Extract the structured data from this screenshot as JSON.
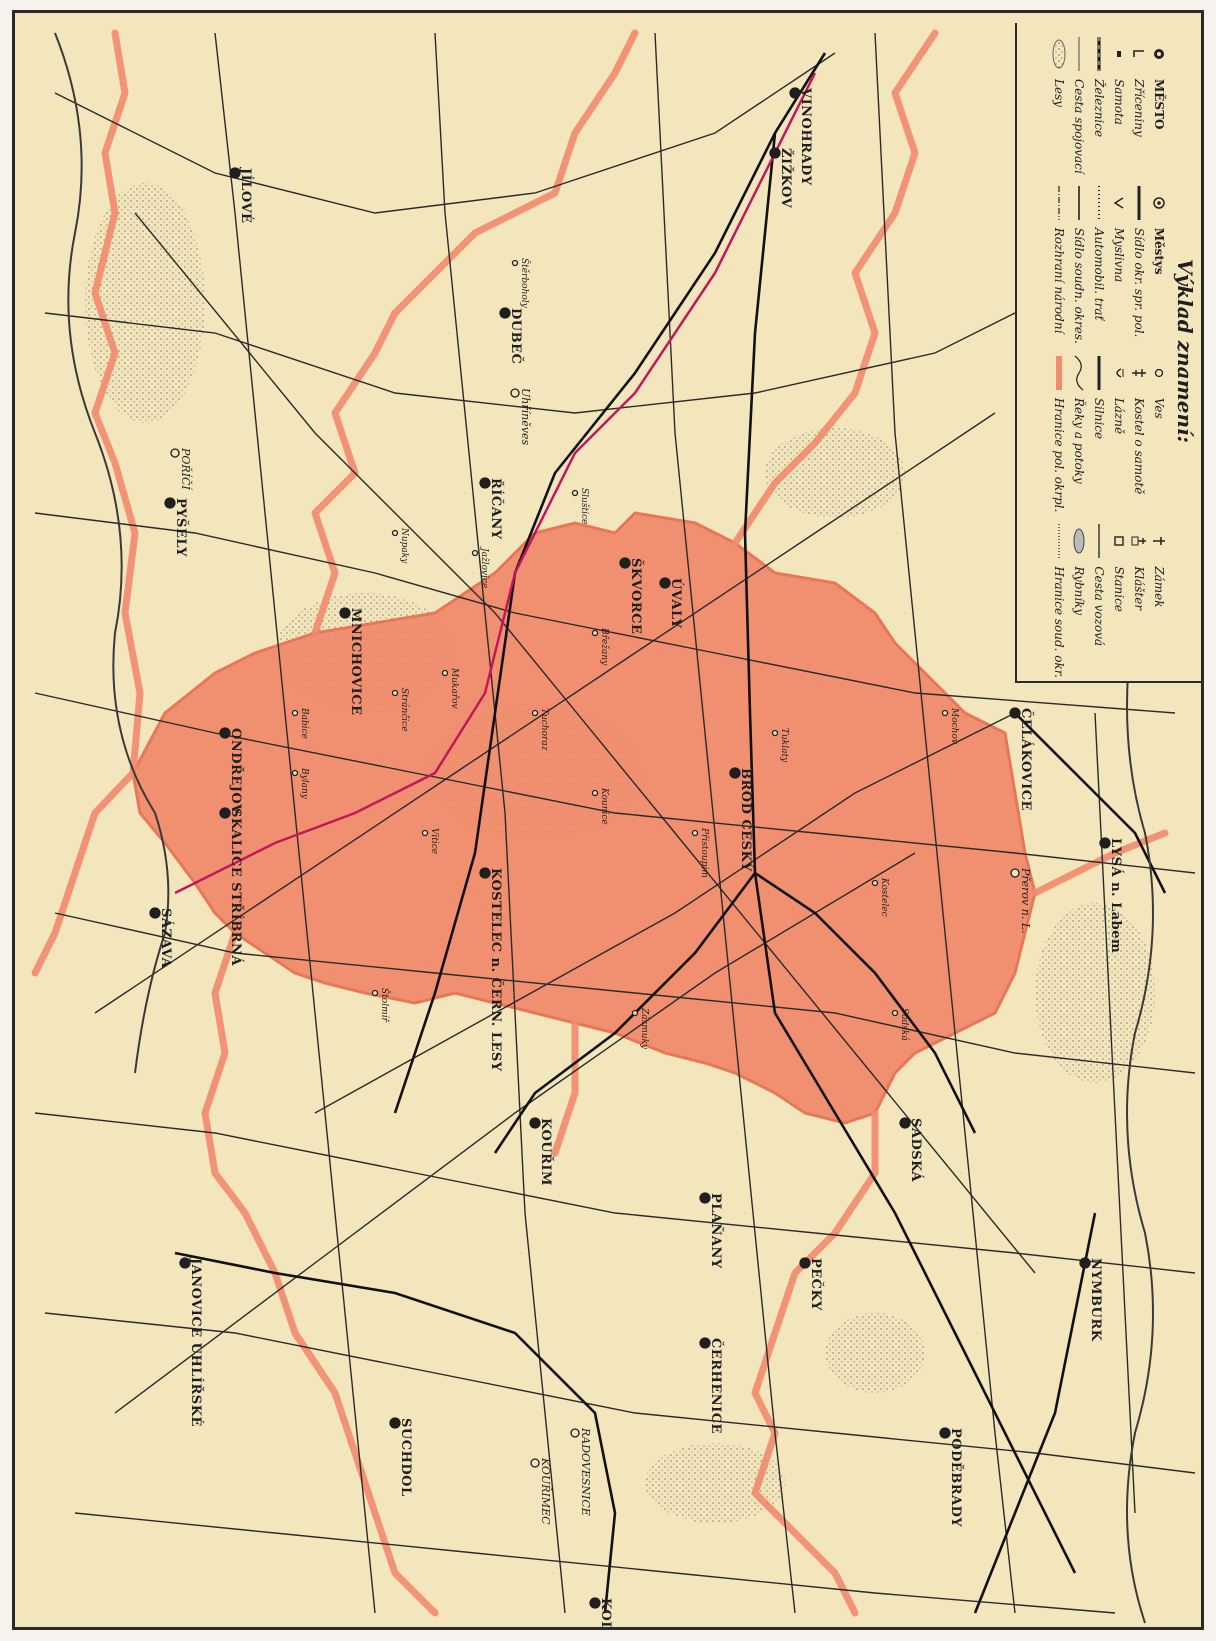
{
  "legend": {
    "title": "Výklad znamení:",
    "items": [
      {
        "label": "MĚSTO",
        "icon": "city-symbol-icon"
      },
      {
        "label": "Městys",
        "icon": "market-town-symbol-icon"
      },
      {
        "label": "Ves",
        "icon": "village-symbol-icon"
      },
      {
        "label": "Zámek",
        "icon": "castle-symbol-icon"
      },
      {
        "label": "Zříceniny",
        "icon": "ruins-symbol-icon"
      },
      {
        "label": "Sídlo okr. spr. pol.",
        "icon": "district-seat-symbol-icon"
      },
      {
        "label": "Kostel o samotě",
        "icon": "church-symbol-icon"
      },
      {
        "label": "Klášter",
        "icon": "monastery-symbol-icon"
      },
      {
        "label": "Samota",
        "icon": "solitary-building-symbol-icon"
      },
      {
        "label": "Myslivna",
        "icon": "gamekeeper-lodge-symbol-icon"
      },
      {
        "label": "Lázně",
        "icon": "spa-symbol-icon"
      },
      {
        "label": "Stanice",
        "icon": "station-symbol-icon"
      },
      {
        "label": "Železnice",
        "icon": "railway-line-icon"
      },
      {
        "label": "Automobil. trať",
        "icon": "motor-route-line-icon"
      },
      {
        "label": "Silnice",
        "icon": "main-road-line-icon"
      },
      {
        "label": "Cesta vozová",
        "icon": "cart-road-line-icon"
      },
      {
        "label": "Cesta spojovací",
        "icon": "connecting-road-line-icon"
      },
      {
        "label": "Sídlo soudn. okres.",
        "icon": "court-district-seat-symbol-icon"
      },
      {
        "label": "Řeky a potoky",
        "icon": "river-symbol-icon"
      },
      {
        "label": "Rybníky",
        "icon": "pond-symbol-icon"
      },
      {
        "label": "Lesy",
        "icon": "forest-symbol-icon"
      },
      {
        "label": "Rozhraní národní",
        "icon": "national-boundary-line-icon"
      },
      {
        "label": "Hranice pol. okrpl.",
        "icon": "political-district-boundary-icon"
      },
      {
        "label": "Hranice soud. okr.",
        "icon": "court-district-boundary-icon"
      }
    ]
  },
  "towns": [
    {
      "name": "ŘÍČANY"
    },
    {
      "name": "MNICHOVICE"
    },
    {
      "name": "KOSTELEC n. ČERN. LESY"
    },
    {
      "name": "BROD ČESKÝ"
    },
    {
      "name": "ÚVALY"
    },
    {
      "name": "ŠKVORCE"
    },
    {
      "name": "KOUŘIM"
    },
    {
      "name": "KOLÍN"
    },
    {
      "name": "PEČKY"
    },
    {
      "name": "PLAŇANY"
    },
    {
      "name": "SADSKÁ"
    },
    {
      "name": "NYMBURK"
    },
    {
      "name": "PODĚBRADY"
    },
    {
      "name": "LYSÁ n. Labem"
    },
    {
      "name": "ČELÁKOVICE"
    },
    {
      "name": "JANOVICE UHLÍŘSKÉ"
    },
    {
      "name": "SÁZAVA"
    },
    {
      "name": "SKALICE STŘÍBRNÁ"
    },
    {
      "name": "ONDŘEJOV"
    },
    {
      "name": "VINOHRADY"
    },
    {
      "name": "ŽIŽKOV"
    },
    {
      "name": "JÍLOVÉ"
    },
    {
      "name": "POŘÍČÍ"
    },
    {
      "name": "PYŠELY"
    },
    {
      "name": "DUBEČ"
    },
    {
      "name": "KOUŘIMEC"
    },
    {
      "name": "RADOVESNICE"
    },
    {
      "name": "ČERHENICE"
    },
    {
      "name": "SUCHDOL"
    },
    {
      "name": "Štěrboholy"
    },
    {
      "name": "Uhříněves"
    },
    {
      "name": "Jažlovice"
    },
    {
      "name": "Nupaky"
    },
    {
      "name": "Sluštice"
    },
    {
      "name": "Tuklaty"
    },
    {
      "name": "Přistoupim"
    },
    {
      "name": "Zásmuky"
    },
    {
      "name": "Vitice"
    },
    {
      "name": "Kounice"
    },
    {
      "name": "Břežany"
    },
    {
      "name": "Tuchoraz"
    },
    {
      "name": "Mukařov"
    },
    {
      "name": "Stránčice"
    },
    {
      "name": "Babice"
    },
    {
      "name": "Bylany"
    },
    {
      "name": "Štolmíř"
    },
    {
      "name": "Přerov n. L."
    },
    {
      "name": "Mochov"
    },
    {
      "name": "Sadská"
    },
    {
      "name": "Kostelec"
    }
  ],
  "colors": {
    "paper": "#f3e6bd",
    "ink": "#1f1f1f",
    "district_fill": "#f0896a",
    "boundary": "#f28a6e",
    "route": "#c2185b"
  }
}
